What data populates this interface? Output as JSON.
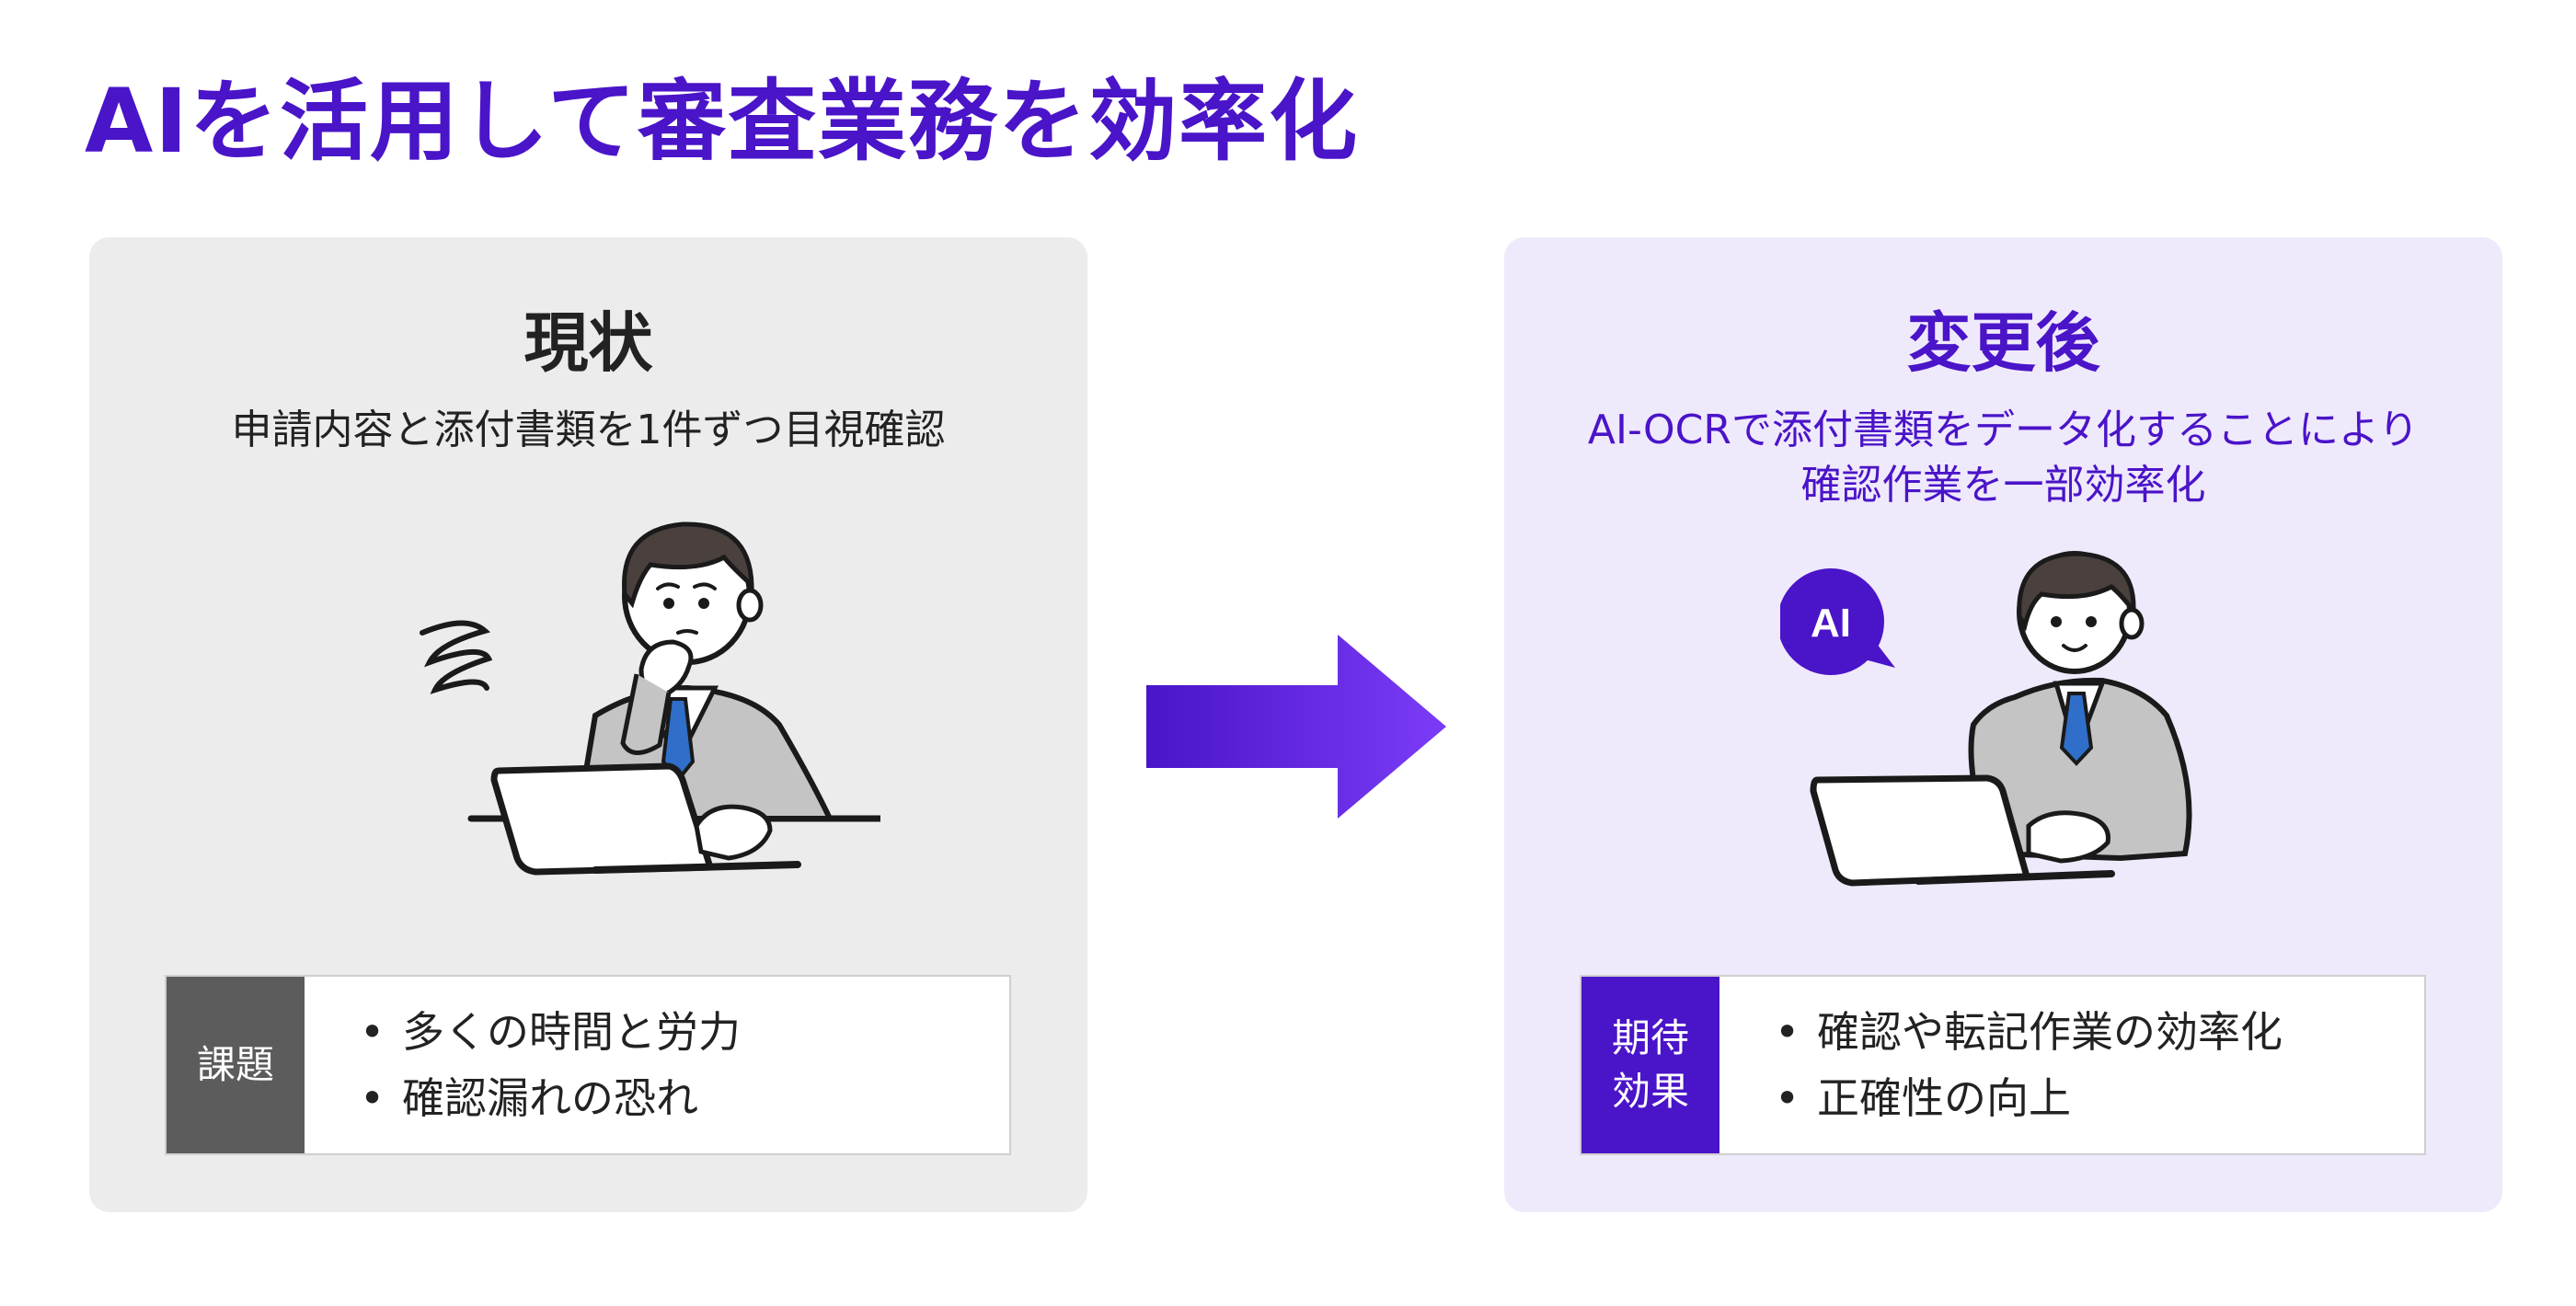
{
  "title": "AIを活用して審査業務を効率化",
  "before": {
    "heading": "現状",
    "description": "申請内容と添付書類を1件ずつ目視確認",
    "box_label": "課題",
    "items": [
      "多くの時間と労力",
      "確認漏れの恐れ"
    ]
  },
  "after": {
    "heading": "変更後",
    "description": "AI-OCRで添付書類をデータ化することにより\n確認作業を一部効率化",
    "box_label": "期待\n効果",
    "items": [
      "確認や転記作業の効率化",
      "正確性の向上"
    ],
    "ai_bubble": "AI"
  },
  "bullet": "•",
  "colors": {
    "accent": "#4a14c8",
    "arrow_start": "#4a14c8",
    "arrow_end": "#7b3cf7",
    "before_panel": "#ececec",
    "after_panel": "#efe9fc",
    "before_label": "#5c5c5c",
    "suit": "#c4c4c4",
    "hair": "#4a403d",
    "tie": "#2f6fc9"
  },
  "icons": [
    "worried-businessman-icon",
    "confusion-scribble-icon",
    "laptop-icon",
    "happy-businessman-icon",
    "ai-speech-bubble-icon",
    "right-arrow-icon"
  ]
}
